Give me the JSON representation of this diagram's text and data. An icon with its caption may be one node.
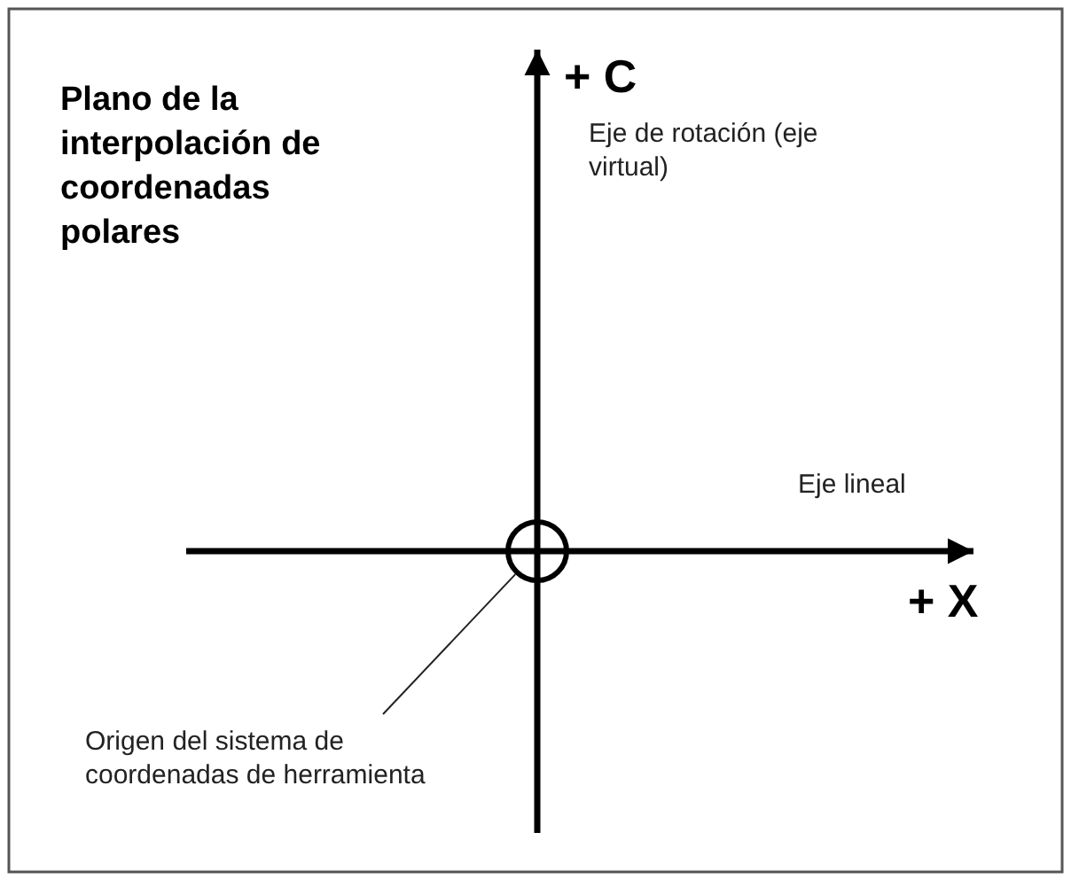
{
  "diagram": {
    "title": "Plano de la interpolación de coordenadas polares",
    "nodes": [
      {
        "text": [
          "Origen del sistema de coordenadas de herramienta"
        ]
      },
      {
        "text": [],
        "shape": "circle"
      }
    ],
    "edges": [
      {
        "from": 0,
        "to": 1,
        "arrow": "none"
      }
    ],
    "labels": [
      "+ C",
      "Eje de rotación (eje virtual)",
      "Eje lineal",
      "+ X"
    ]
  }
}
